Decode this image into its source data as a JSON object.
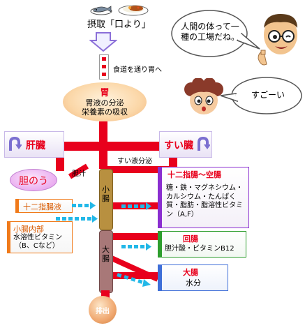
{
  "intake": {
    "label": "摂取「口より」"
  },
  "esophagus": {
    "label": "食道を通り胃へ"
  },
  "stomach": {
    "title": "胃",
    "line1": "胃液の分泌",
    "line2": "栄養素の吸収"
  },
  "liver": {
    "label": "肝臓"
  },
  "pancreas": {
    "label": "すい臓"
  },
  "pancreatic_juice": {
    "label": "すい液分泌"
  },
  "gallbladder": {
    "label": "胆のう"
  },
  "bile": {
    "label": "胆汁"
  },
  "small_intestine": {
    "label": "小腸"
  },
  "large_intestine": {
    "label": "大腸"
  },
  "excretion": {
    "label": "排出"
  },
  "duodenal_juice": {
    "label": "十二指腸液"
  },
  "small_intestine_inner": {
    "title": "小腸内部",
    "line1": "水溶性ビタミン",
    "line2": "（B、Cなど）"
  },
  "duodenum_box": {
    "title": "十二指腸～空腸",
    "body": "糖・鉄・マグネシウム・カルシウム・たんぱく質・脂肪・脂溶性ビタミン（A,F）"
  },
  "ileum_box": {
    "title": "回腸",
    "body": "胆汁酸・ビタミンB12"
  },
  "large_box": {
    "title": "大腸",
    "body": "水分"
  },
  "bubble_man": {
    "text": "人間の体って一種の工場だね。"
  },
  "bubble_girl": {
    "text": "すごーい"
  },
  "colors": {
    "pipe": "#e8001c",
    "arrow": "#22b8e8",
    "green": "#2e9e2e",
    "purple": "#8b2fd0",
    "blue": "#3f6fd8",
    "orange": "#f07a1a"
  }
}
